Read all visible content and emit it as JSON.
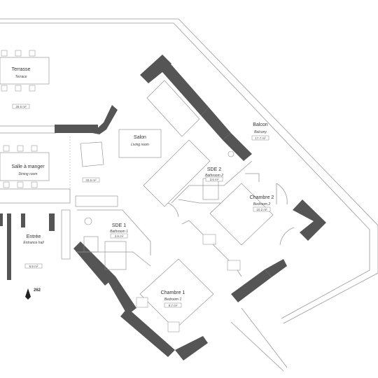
{
  "rooms": {
    "terrasse": {
      "name": "Terrasse",
      "sub": "Terrace",
      "area": "28.6 m²"
    },
    "salle_manger": {
      "name": "Salle à manger",
      "sub": "Dining room"
    },
    "salon": {
      "name": "Salon",
      "sub": "Living room",
      "area": "33.6 m²"
    },
    "balcon": {
      "name": "Balcon",
      "sub": "Balcony",
      "area": "17.7 m²"
    },
    "sde2": {
      "name": "SDE 2",
      "sub": "Bathroom 2",
      "area": "3.6 m²"
    },
    "chambre2": {
      "name": "Chambre 2",
      "sub": "Bedroom 2",
      "area": "10.2 m²"
    },
    "sde1": {
      "name": "SDE 1",
      "sub": "Bathroom 1",
      "area": "3.8 m²"
    },
    "entree": {
      "name": "Entrée",
      "sub": "Entrance hall",
      "area": "6.9 m²"
    },
    "chambre1": {
      "name": "Chambre 1",
      "sub": "Bedroom 1",
      "area": "9.7 m²"
    }
  },
  "north_label": "262",
  "colors": {
    "wall": "#555555",
    "line": "#999999",
    "background": "#ffffff"
  }
}
